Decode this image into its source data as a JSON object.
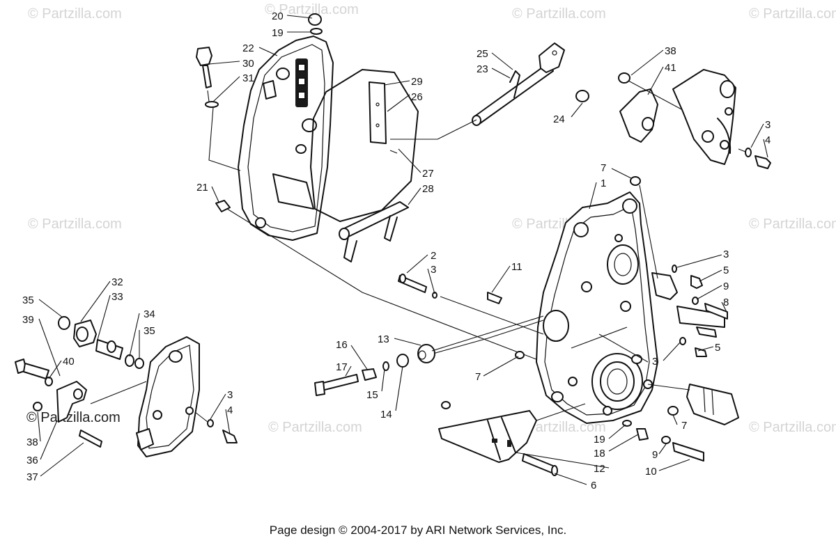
{
  "watermark": "© Partzilla.com",
  "footer": "Page design © 2004-2017 by ARI Network Services, Inc.",
  "callouts": {
    "c20": "20",
    "c19a": "19",
    "c22": "22",
    "c30": "30",
    "c31": "31",
    "c25": "25",
    "c23": "23",
    "c24": "24",
    "c29": "29",
    "c26": "26",
    "c27": "27",
    "c28": "28",
    "c21": "21",
    "c38a": "38",
    "c41": "41",
    "c3a": "3",
    "c4a": "4",
    "c7a": "7",
    "c1": "1",
    "c3b": "3",
    "c5a": "5",
    "c9a": "9",
    "c8": "8",
    "c2": "2",
    "c3c": "3",
    "c11": "11",
    "c16": "16",
    "c13": "13",
    "c17": "17",
    "c15": "15",
    "c14": "14",
    "c5b": "5",
    "c3d": "3",
    "c7b": "7",
    "c7c": "7",
    "c19b": "19",
    "c18": "18",
    "c9b": "9",
    "c10": "10",
    "c12": "12",
    "c6": "6",
    "c32": "32",
    "c33": "33",
    "c35a": "35",
    "c34": "34",
    "c35b": "35",
    "c39": "39",
    "c40": "40",
    "c3e": "3",
    "c4b": "4",
    "c38b": "38",
    "c36": "36",
    "c37": "37"
  }
}
